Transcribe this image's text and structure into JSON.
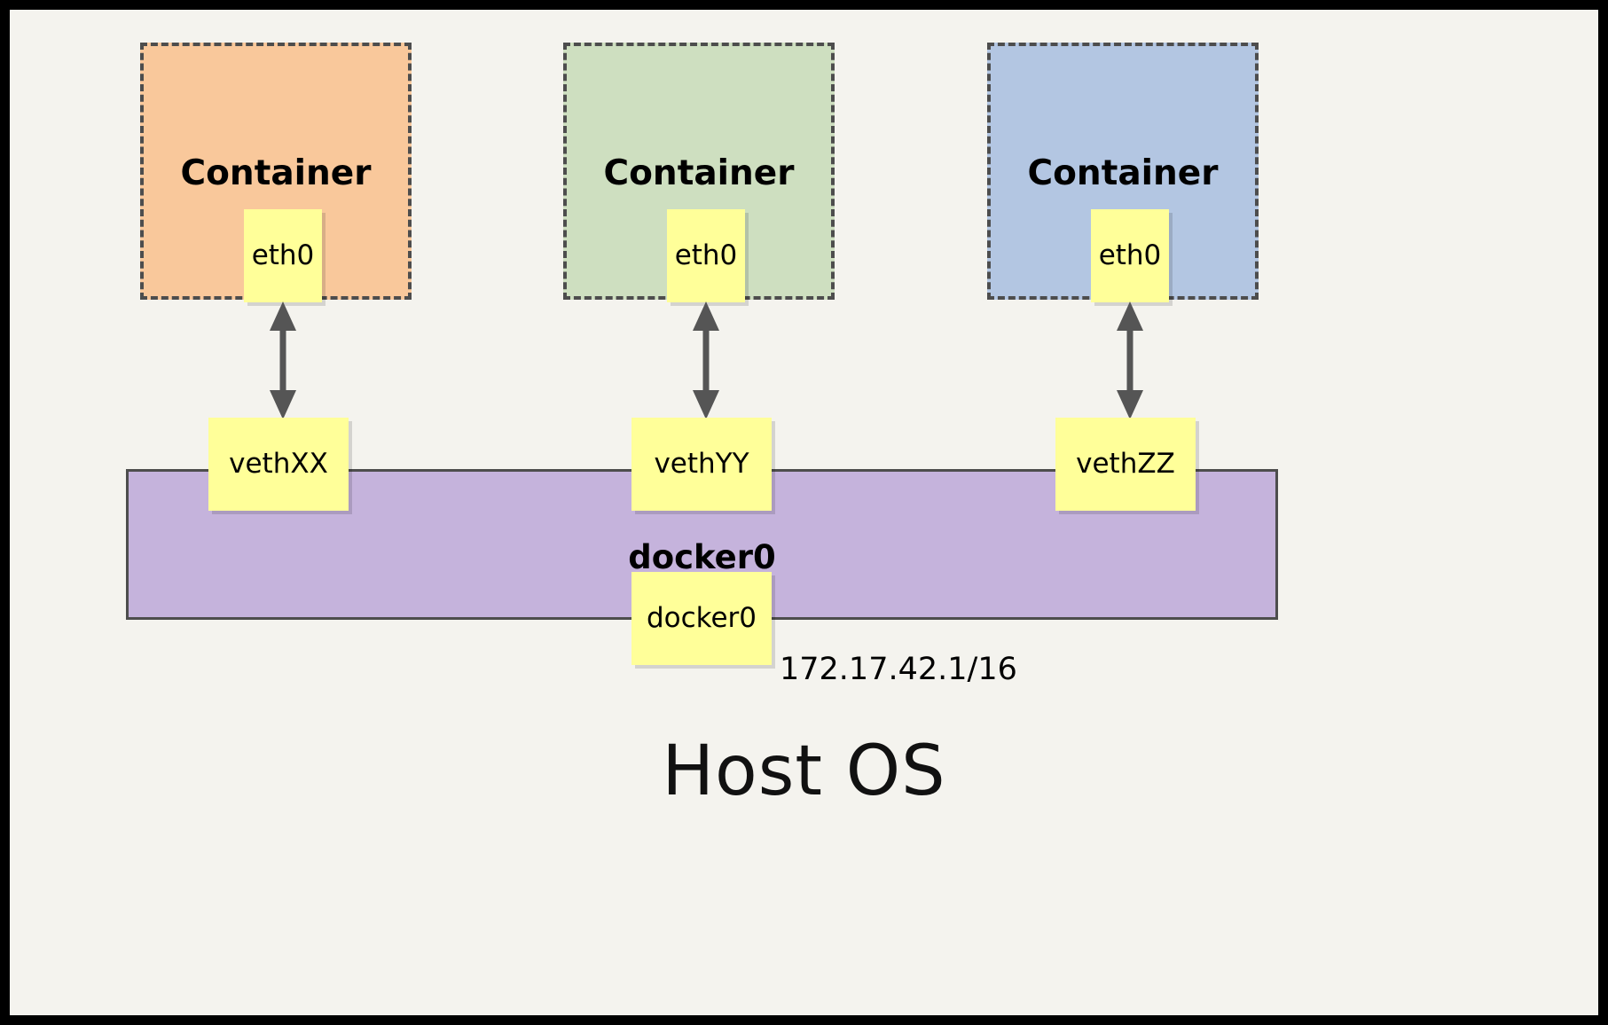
{
  "diagram": {
    "type": "docker-networking-architecture",
    "background_color": "#F4F3EE",
    "border_color": "#000000",
    "host_label": "Host OS",
    "bridge": {
      "label": "docker0",
      "fill_color": "#C5B3DC",
      "stroke_color": "#4D4D4D",
      "interface_box_label": "docker0",
      "ip_address": "172.17.42.1/16"
    },
    "containers": [
      {
        "title": "Container",
        "fill_color": "#F9C89B",
        "border_color": "#4D4D4D",
        "interface_label": "eth0",
        "veth_label": "vethXX"
      },
      {
        "title": "Container",
        "fill_color": "#CEDFC0",
        "border_color": "#4D4D4D",
        "interface_label": "eth0",
        "veth_label": "vethYY"
      },
      {
        "title": "Container",
        "fill_color": "#B3C6E2",
        "border_color": "#4D4D4D",
        "interface_label": "eth0",
        "veth_label": "vethZZ"
      }
    ],
    "node_box_color": "#FFFF99",
    "arrow_color": "#555555",
    "connectors": [
      {
        "from": "eth0",
        "to": "vethXX",
        "style": "double-headed"
      },
      {
        "from": "eth0",
        "to": "vethYY",
        "style": "double-headed"
      },
      {
        "from": "eth0",
        "to": "vethZZ",
        "style": "double-headed"
      }
    ]
  }
}
